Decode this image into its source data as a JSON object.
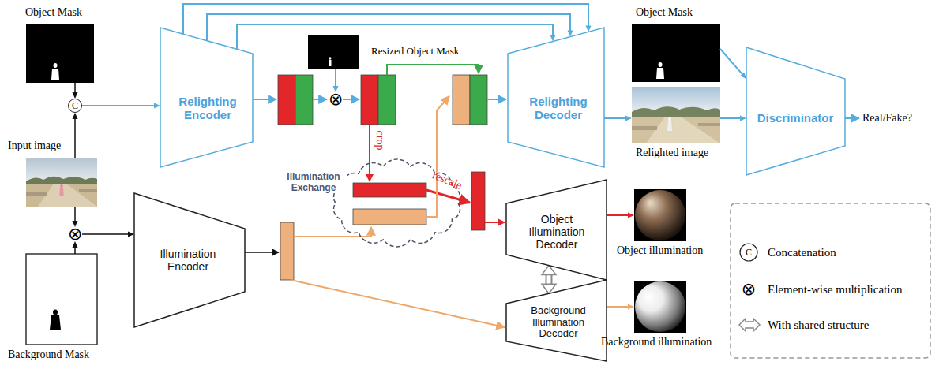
{
  "diagram": {
    "nodes": [
      {
        "text": [
          "Object Mask"
        ]
      },
      {
        "text": [
          "C"
        ]
      },
      {
        "text": [
          "Input image"
        ]
      },
      {
        "text": [
          "⊗"
        ]
      },
      {
        "text": [
          "Background Mask"
        ]
      },
      {
        "text": [
          "Relighting Encoder"
        ]
      },
      {
        "text": [
          "Resized Object Mask"
        ]
      },
      {
        "text": [
          "⊗"
        ]
      },
      {
        "text": [
          "Relighting Decoder"
        ]
      },
      {
        "text": [
          "Object Mask"
        ]
      },
      {
        "text": [
          "Relighted image"
        ]
      },
      {
        "text": [
          "Discriminator"
        ]
      },
      {
        "text": [
          "Illumination Encoder"
        ]
      },
      {
        "text": [
          "Illumination Exchange"
        ]
      },
      {
        "text": [
          "Object Illumination Decoder"
        ]
      },
      {
        "text": [
          "Background Illumination Decoder"
        ]
      },
      {
        "text": [
          "Object illumination"
        ]
      },
      {
        "text": [
          "Background illumination"
        ]
      }
    ],
    "edges": [
      {
        "from": 0,
        "to": 1,
        "arrow": "to"
      },
      {
        "from": 2,
        "to": 1,
        "arrow": "to"
      },
      {
        "from": 2,
        "to": 3,
        "arrow": "to"
      },
      {
        "from": 4,
        "to": 3,
        "arrow": "to"
      },
      {
        "from": 1,
        "to": 5,
        "arrow": "to"
      },
      {
        "from": 3,
        "to": 12,
        "arrow": "to"
      },
      {
        "from": 5,
        "to": 8,
        "arrow": "to"
      },
      {
        "from": 5,
        "to": 8,
        "arrow": "to"
      },
      {
        "from": 5,
        "to": 8,
        "arrow": "to"
      },
      {
        "from": 6,
        "to": 7,
        "arrow": "to"
      },
      {
        "from": 8,
        "to": 10,
        "arrow": "to"
      },
      {
        "from": 9,
        "to": 11,
        "arrow": "to"
      },
      {
        "from": 10,
        "to": 11,
        "arrow": "to"
      },
      {
        "from": 14,
        "to": 16,
        "arrow": "to"
      },
      {
        "from": 15,
        "to": 17,
        "arrow": "to"
      },
      {
        "from": 14,
        "to": 15,
        "arrow": "both"
      }
    ],
    "labels": [
      "crop",
      "rescale",
      "Real/Fake?",
      "C",
      "⊗"
    ],
    "legend": [
      {
        "text": "Concatenation"
      },
      {
        "text": "Element-wise multiplication"
      },
      {
        "text": "With shared structure"
      }
    ]
  }
}
